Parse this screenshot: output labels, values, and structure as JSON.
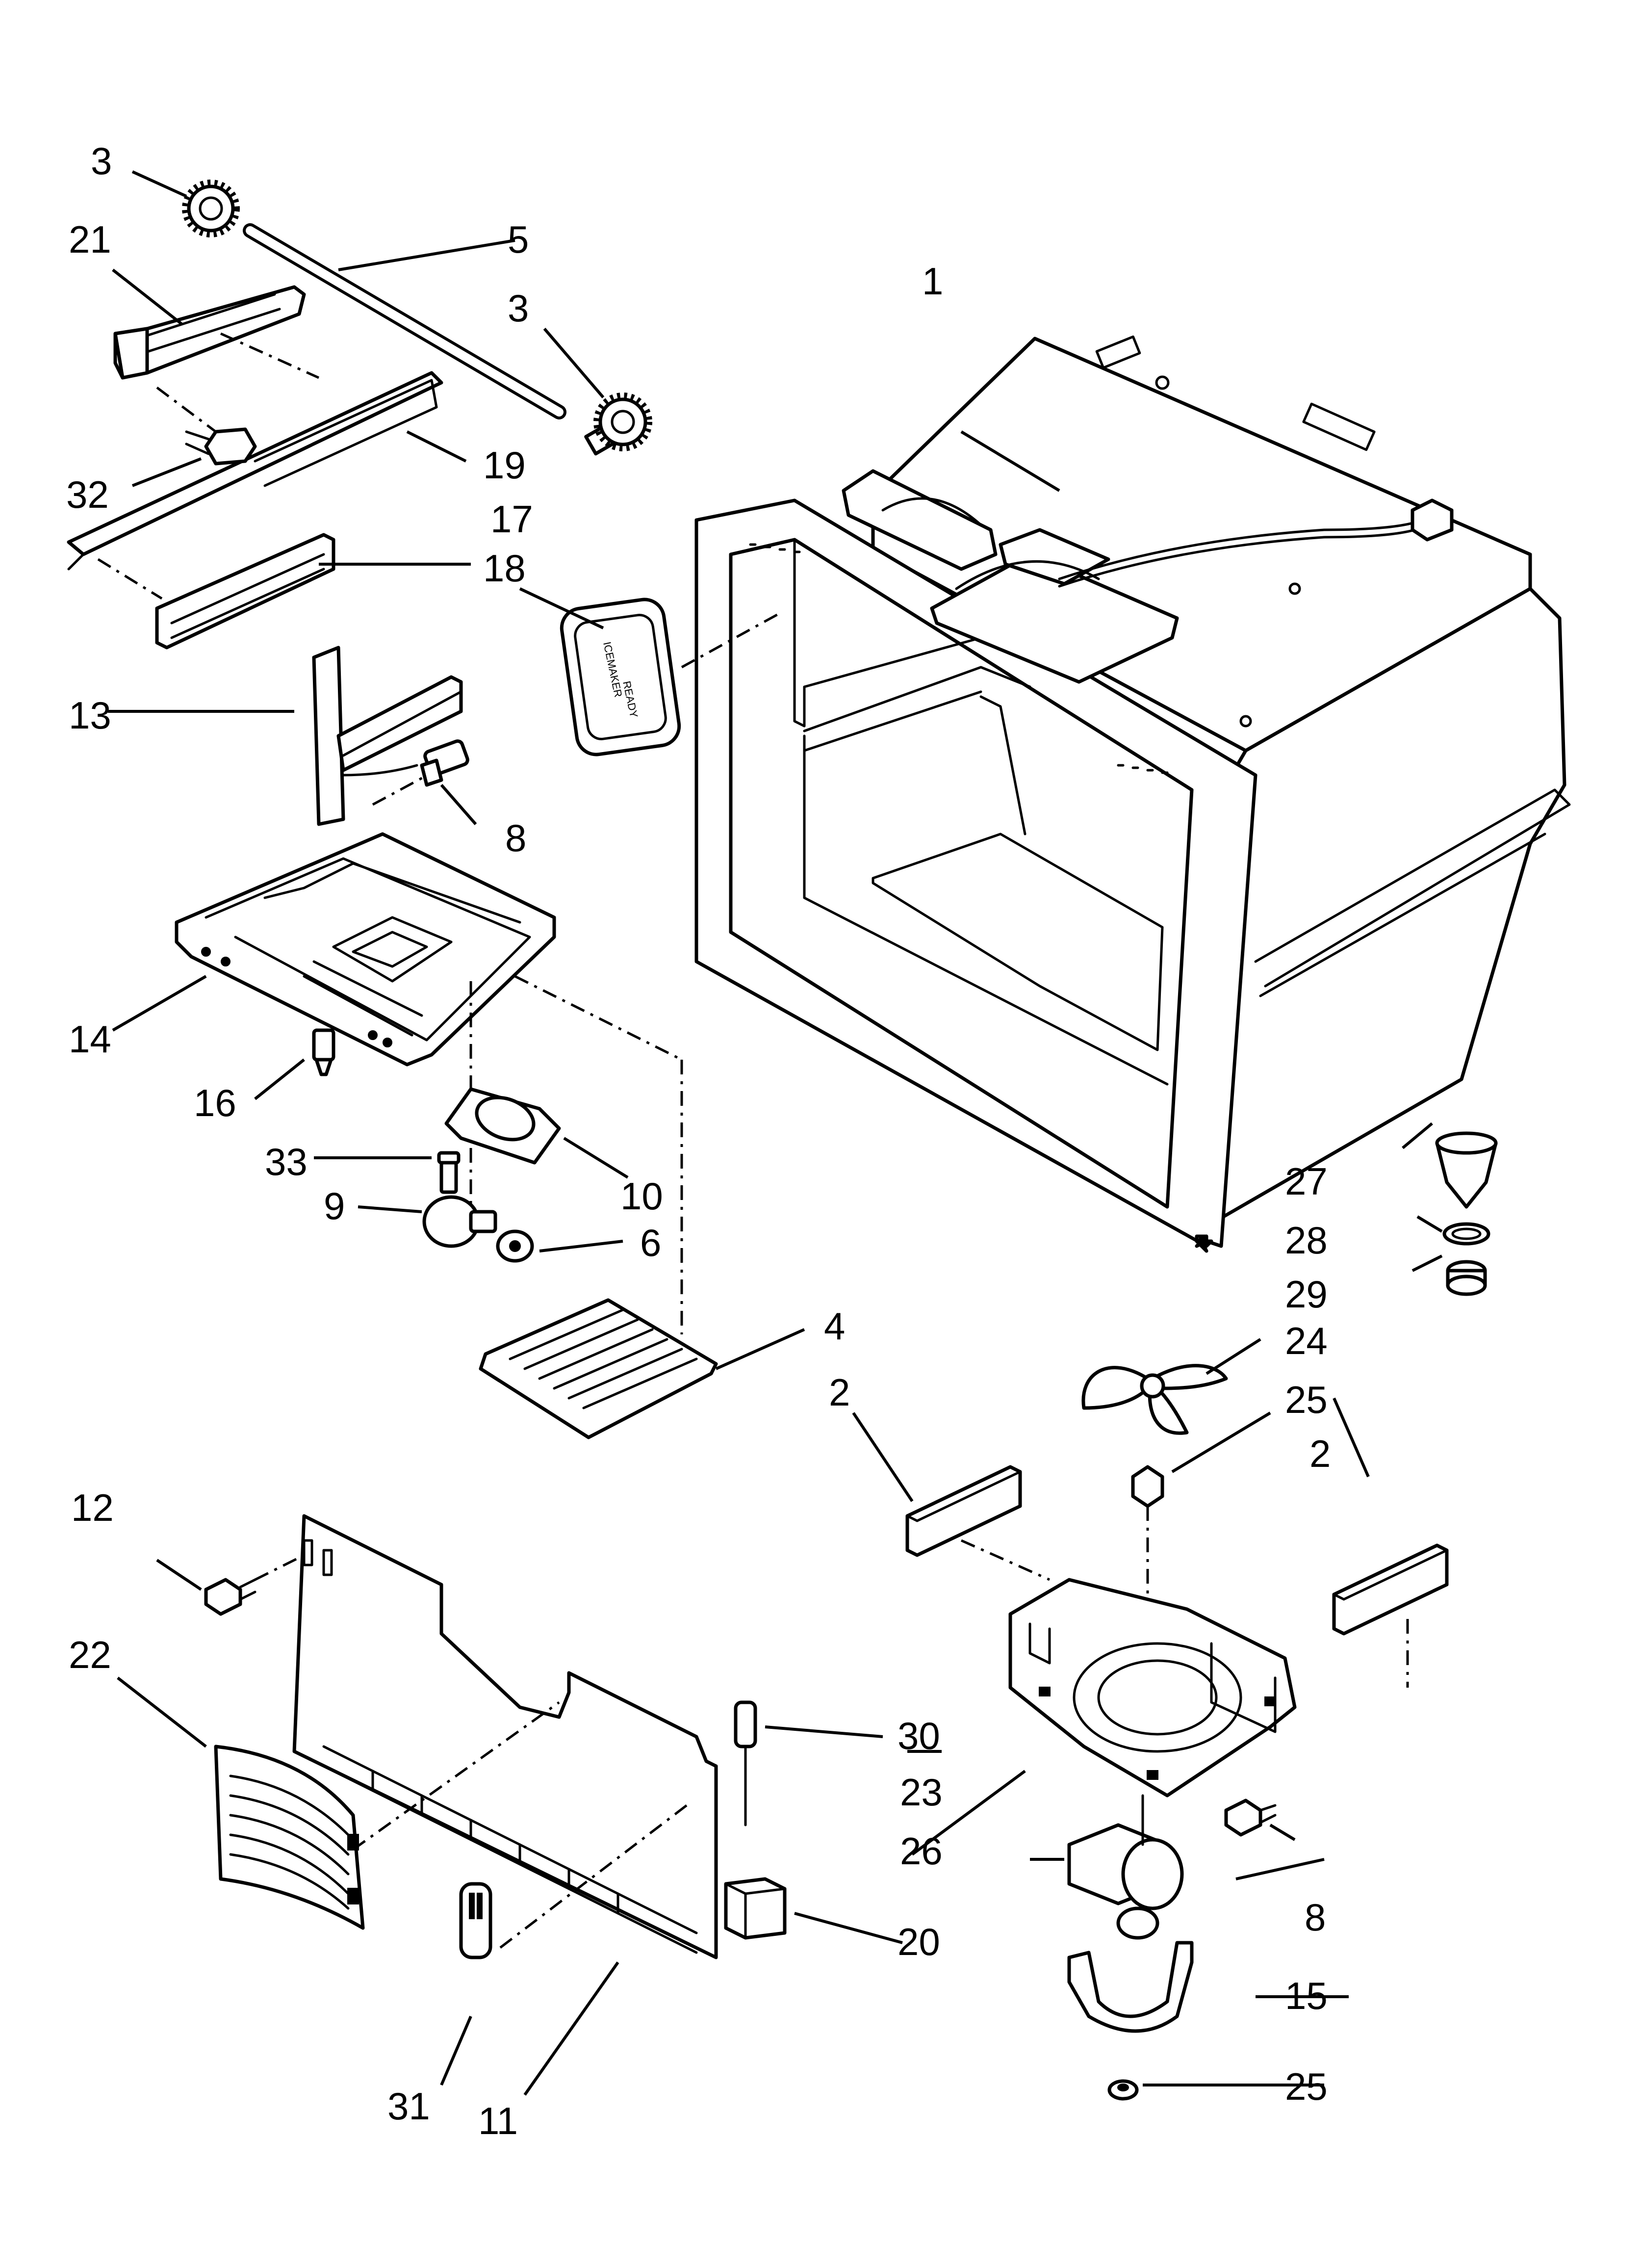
{
  "diagram": {
    "callouts": [
      {
        "id": "c1",
        "text": "1"
      },
      {
        "id": "c2a",
        "text": "2"
      },
      {
        "id": "c2b",
        "text": "2"
      },
      {
        "id": "c3a",
        "text": "3"
      },
      {
        "id": "c3b",
        "text": "3"
      },
      {
        "id": "c4",
        "text": "4"
      },
      {
        "id": "c5",
        "text": "5"
      },
      {
        "id": "c6",
        "text": "6"
      },
      {
        "id": "c8a",
        "text": "8"
      },
      {
        "id": "c8b",
        "text": "8"
      },
      {
        "id": "c9",
        "text": "9"
      },
      {
        "id": "c10",
        "text": "10"
      },
      {
        "id": "c11",
        "text": "11"
      },
      {
        "id": "c12",
        "text": "12"
      },
      {
        "id": "c13",
        "text": "13"
      },
      {
        "id": "c14",
        "text": "14"
      },
      {
        "id": "c15",
        "text": "15"
      },
      {
        "id": "c16",
        "text": "16"
      },
      {
        "id": "c17",
        "text": "17"
      },
      {
        "id": "c18",
        "text": "18"
      },
      {
        "id": "c19",
        "text": "19"
      },
      {
        "id": "c20",
        "text": "20"
      },
      {
        "id": "c21",
        "text": "21"
      },
      {
        "id": "c22",
        "text": "22"
      },
      {
        "id": "c23",
        "text": "23"
      },
      {
        "id": "c24",
        "text": "24"
      },
      {
        "id": "c25a",
        "text": "25"
      },
      {
        "id": "c25b",
        "text": "25"
      },
      {
        "id": "c26",
        "text": "26"
      },
      {
        "id": "c27",
        "text": "27"
      },
      {
        "id": "c28",
        "text": "28"
      },
      {
        "id": "c29",
        "text": "29"
      },
      {
        "id": "c30",
        "text": "30"
      },
      {
        "id": "c31",
        "text": "31"
      },
      {
        "id": "c32",
        "text": "32"
      },
      {
        "id": "c33",
        "text": "33"
      }
    ],
    "ice_panel_text": [
      "ICEMAKER",
      "READY"
    ]
  }
}
